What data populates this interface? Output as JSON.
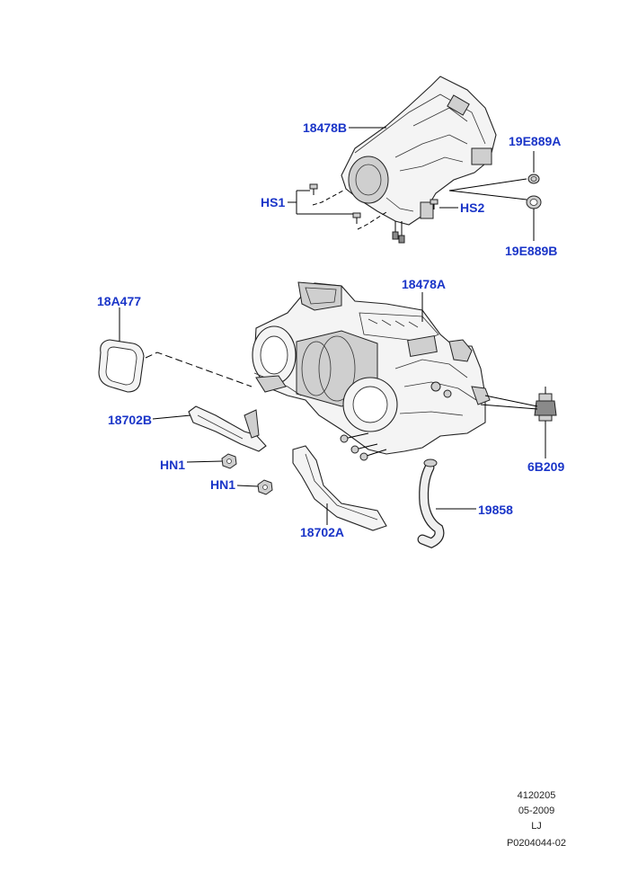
{
  "callouts": {
    "c_18478B": "18478B",
    "c_19E889A": "19E889A",
    "c_HS1": "HS1",
    "c_HS2": "HS2",
    "c_19E889B": "19E889B",
    "c_18478A": "18478A",
    "c_18A477": "18A477",
    "c_18702B": "18702B",
    "c_HN1a": "HN1",
    "c_HN1b": "HN1",
    "c_6B209": "6B209",
    "c_19858": "19858",
    "c_18702A": "18702A"
  },
  "footer": {
    "line1": "4120205",
    "line2": "05-2009",
    "line3": "LJ",
    "line4": "P0204044-02"
  },
  "colors": {
    "callout": "#1a35c8",
    "line": "#000000",
    "background": "#ffffff"
  }
}
